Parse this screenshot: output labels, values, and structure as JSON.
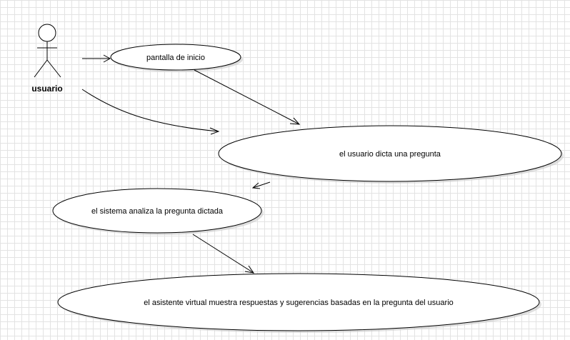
{
  "actor": {
    "label": "usuario"
  },
  "use_cases": [
    {
      "id": "uc1",
      "label": "pantalla de inicio"
    },
    {
      "id": "uc2",
      "label": "el usuario dicta una pregunta"
    },
    {
      "id": "uc3",
      "label": "el sistema analiza la pregunta dictada"
    },
    {
      "id": "uc4",
      "label": "el asistente virtual muestra respuestas y sugerencias basadas en la pregunta del usuario"
    }
  ]
}
